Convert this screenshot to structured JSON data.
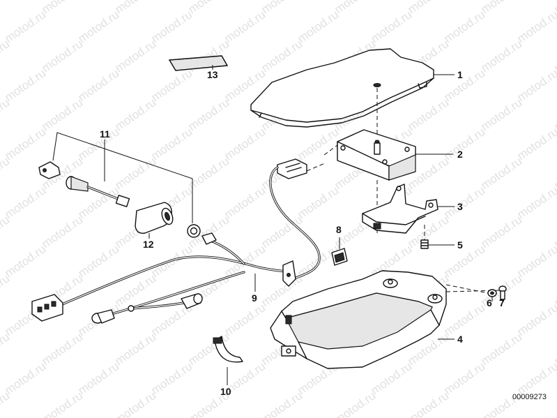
{
  "watermark": "motod.ru",
  "callouts": [
    "1",
    "2",
    "3",
    "4",
    "5",
    "6",
    "7",
    "8",
    "9",
    "10",
    "11",
    "12",
    "13"
  ],
  "ref_number": "00009273"
}
